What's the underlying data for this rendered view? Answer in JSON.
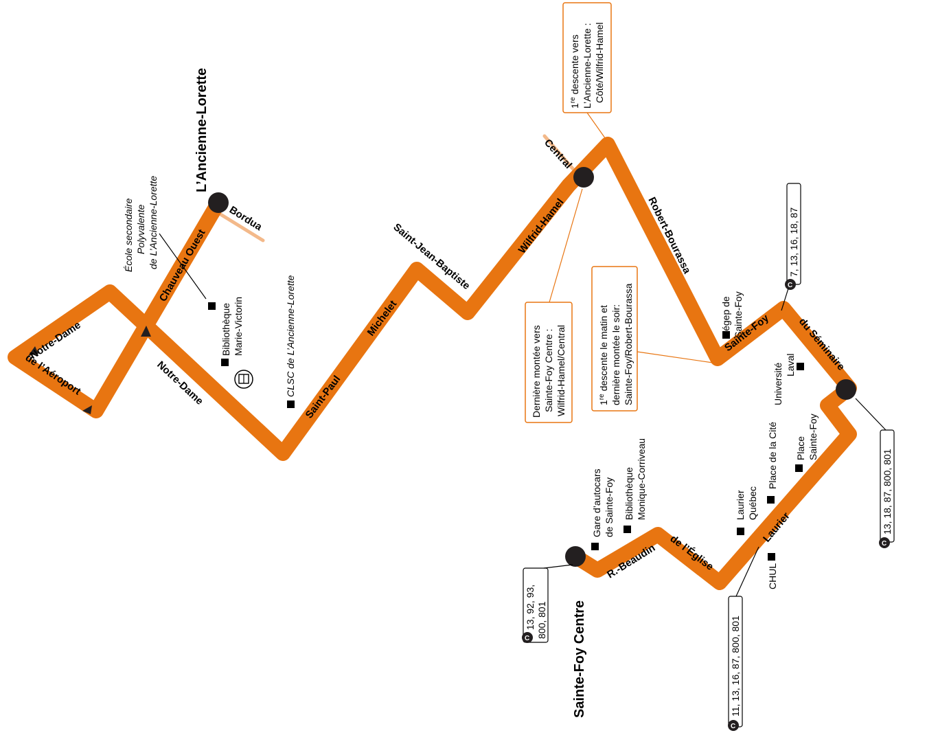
{
  "terminals": {
    "north": "L’Ancienne-Lorette",
    "south": "Sainte-Foy Centre"
  },
  "streets": {
    "notre_dame_top": "Notre-Dame",
    "aeroport": "de l’Aéroport",
    "notre_dame_main": "Notre-Dame",
    "chauveau": "Chauveau Ouest",
    "bordua": "Bordua",
    "saint_paul": "Saint-Paul",
    "michelet": "Michelet",
    "saint_jean_baptiste": "Saint-Jean-Baptiste",
    "wilfrid_hamel": "Wilfrid-Hamel",
    "central": "Central",
    "robert_bourassa": "Robert-Bourassa",
    "sainte_foy": "Sainte-Foy",
    "seminaire": "du Séminaire",
    "laurier": "Laurier",
    "eglise": "de l’Église",
    "r_beaudin": "R.-Beaudin"
  },
  "pois": {
    "ecole_1": "École secondaire",
    "ecole_2": "Polyvalente",
    "ecole_3": "de L’Ancienne-Lorette",
    "biblio_mv_1": "Bibliothèque",
    "biblio_mv_2": "Marie-Victorin",
    "clsc": "CLSC de L’Ancienne-Lorette",
    "cegep_1": "Cégep de",
    "cegep_2": "Sainte-Foy",
    "univ_1": "Université",
    "univ_2": "Laval",
    "place_sf_1": "Place",
    "place_sf_2": "Sainte-Foy",
    "place_cite": "Place de la Cité",
    "laurier_q_1": "Laurier",
    "laurier_q_2": "Québec",
    "chul": "CHUL",
    "gare_1": "Gare d’autocars",
    "gare_2": "de Sainte-Foy",
    "biblio_mc_1": "Bibliothèque",
    "biblio_mc_2": "Monique-Corriveau"
  },
  "notes": {
    "first_descent": {
      "line1": "descente vers",
      "sup": "re",
      "num": "1",
      "line2": "L’Ancienne-Lorette :",
      "line3": "Côté/Wilfrid-Hamel"
    },
    "last_climb": {
      "line1": "Dernière montée vers",
      "line2": "Sainte-Foy Centre :",
      "line3": "Wilfrid-Hamel/Central"
    },
    "morning_evening": {
      "num": "1",
      "sup": "re",
      "line1": "descente le matin et",
      "line2": "dernière montée le soir:",
      "line3": "Sainte-Foy/Robert-Bourassa"
    }
  },
  "correspondences": {
    "cegep": "7, 13, 16, 18, 87",
    "seminaire": "13, 18, 87, 800, 801",
    "laurier": "11, 13, 16, 87, 800, 801",
    "sfc_1": "13, 92, 93,",
    "sfc_2": "800, 801"
  },
  "icons": {
    "correspondence": "C",
    "library_icon": "library-icon"
  },
  "colors": {
    "route": "#E87511",
    "side_street": "#F3B98A",
    "stop": "#231F20"
  }
}
